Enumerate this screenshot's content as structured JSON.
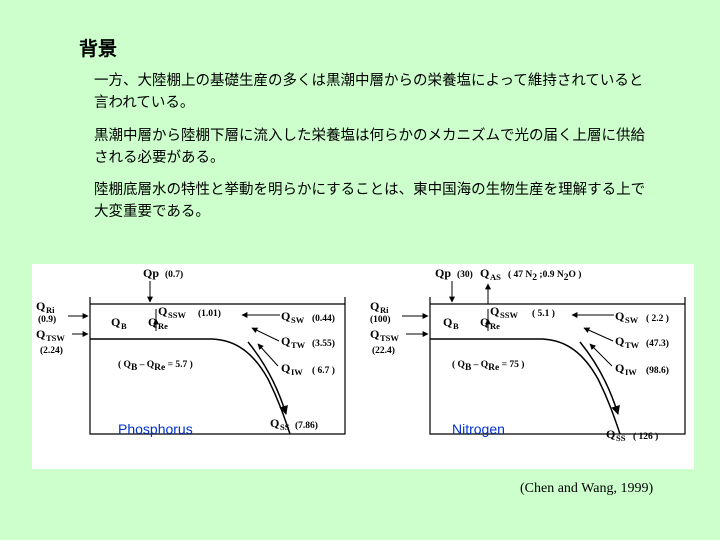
{
  "title": "背景",
  "paragraphs": [
    "一方、大陸棚上の基礎生産の多くは黒潮中層からの栄養塩によって維持されていると言われている。",
    "黒潮中層から陸棚下層に流入した栄養塩は何らかのメカニズムで光の届く上層に供給される必要がある。",
    "陸棚底層水の特性と挙動を明らかにすることは、東中国海の生物生産を理解する上で大変重要である。"
  ],
  "figure": {
    "phosphorus": {
      "label": "Phosphorus",
      "Qp_name": "Qp",
      "Qp_val": "(0.7)",
      "QRi_name": "Q",
      "QRi_sub": "Ri",
      "QRi_val": "(0.9)",
      "QTSW_name": "Q",
      "QTSW_sub": "TSW",
      "QTSW_val": "(2.24)",
      "QB_name": "Q",
      "QB_sub": "B",
      "QRe_name": "Q",
      "QRe_sub": "Re",
      "QSSW_name": "Q",
      "QSSW_sub": "SSW",
      "QSSW_val": "(1.01)",
      "QSW_name": "Q",
      "QSW_sub": "SW",
      "QSW_val": "(0.44)",
      "QTW_name": "Q",
      "QTW_sub": "TW",
      "QTW_val": "(3.55)",
      "QIW_name": "Q",
      "QIW_sub": "IW",
      "QIW_val": "( 6.7 )",
      "QSS_name": "Q",
      "QSS_sub": "SS",
      "QSS_val": "(7.86)",
      "balance": "( Q",
      "balance_b": "B",
      "balance_mid": " – Q",
      "balance_re": "Re",
      "balance_val": " = 5.7 )"
    },
    "nitrogen": {
      "label": "Nitrogen",
      "Qp_name": "Qp",
      "Qp_val": "(30)",
      "QAS_name": "Q",
      "QAS_sub": "AS",
      "QAS_val": "( 47 N",
      "QAS_val_sub1": "2",
      "QAS_val_mid": " ;0.9 N",
      "QAS_val_sub2": "2",
      "QAS_val_end": "O )",
      "QRi_name": "Q",
      "QRi_sub": "Ri",
      "QRi_val": "(100)",
      "QTSW_name": "Q",
      "QTSW_sub": "TSW",
      "QTSW_val": "(22.4)",
      "QB_name": "Q",
      "QB_sub": "B",
      "QRe_name": "Q",
      "QRe_sub": "Re",
      "QSSW_name": "Q",
      "QSSW_sub": "SSW",
      "QSSW_val": "( 5.1 )",
      "QSW_name": "Q",
      "QSW_sub": "SW",
      "QSW_val": "( 2.2 )",
      "QTW_name": "Q",
      "QTW_sub": "TW",
      "QTW_val": "(47.3)",
      "QIW_name": "Q",
      "QIW_sub": "IW",
      "QIW_val": "(98.6)",
      "QSS_name": "Q",
      "QSS_sub": "SS",
      "QSS_val": "( 126 )",
      "balance": "( Q",
      "balance_b": "B",
      "balance_mid": " – Q",
      "balance_re": "Re",
      "balance_val": " =  75 )"
    }
  },
  "citation": "(Chen and Wang, 1999)"
}
